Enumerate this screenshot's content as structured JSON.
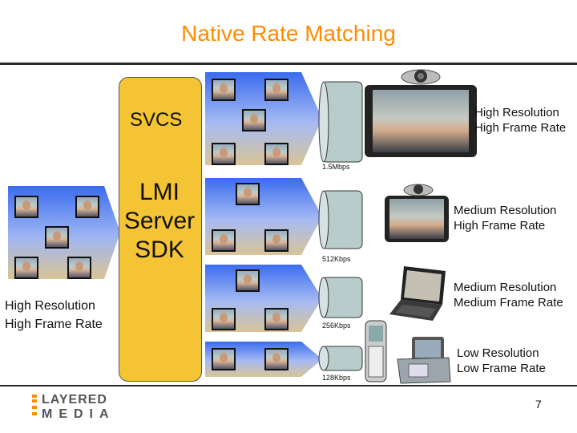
{
  "title": "Native Rate Matching",
  "server": {
    "svcs_label": "SVCS",
    "sdk_line1": "LMI",
    "sdk_line2": "Server",
    "sdk_line3": "SDK"
  },
  "source": {
    "line1": "High Resolution",
    "line2": "High Frame Rate"
  },
  "streams": [
    {
      "rate": "1.5Mbps",
      "device_line1": "High Resolution",
      "device_line2": "High Frame Rate",
      "device": "telepresence-camera"
    },
    {
      "rate": "512Kbps",
      "device_line1": "Medium Resolution",
      "device_line2": "High Frame Rate",
      "device": "desktop-camera"
    },
    {
      "rate": "256Kbps",
      "device_line1": "Medium Resolution",
      "device_line2": "Medium Frame Rate",
      "device": "laptop"
    },
    {
      "rate": "128Kbps",
      "device_line1": "Low Resolution",
      "device_line2": "Low Frame Rate",
      "device": "video-phone"
    }
  ],
  "logo": {
    "line1": "LAYERED",
    "line2": "MEDIA"
  },
  "page_number": "7",
  "colors": {
    "title": "#ff8c00",
    "server": "#f5c435",
    "arrow_blue": "#3b6cf0",
    "arrow_tan": "#d9c497",
    "pipe": "#b9cccc"
  }
}
